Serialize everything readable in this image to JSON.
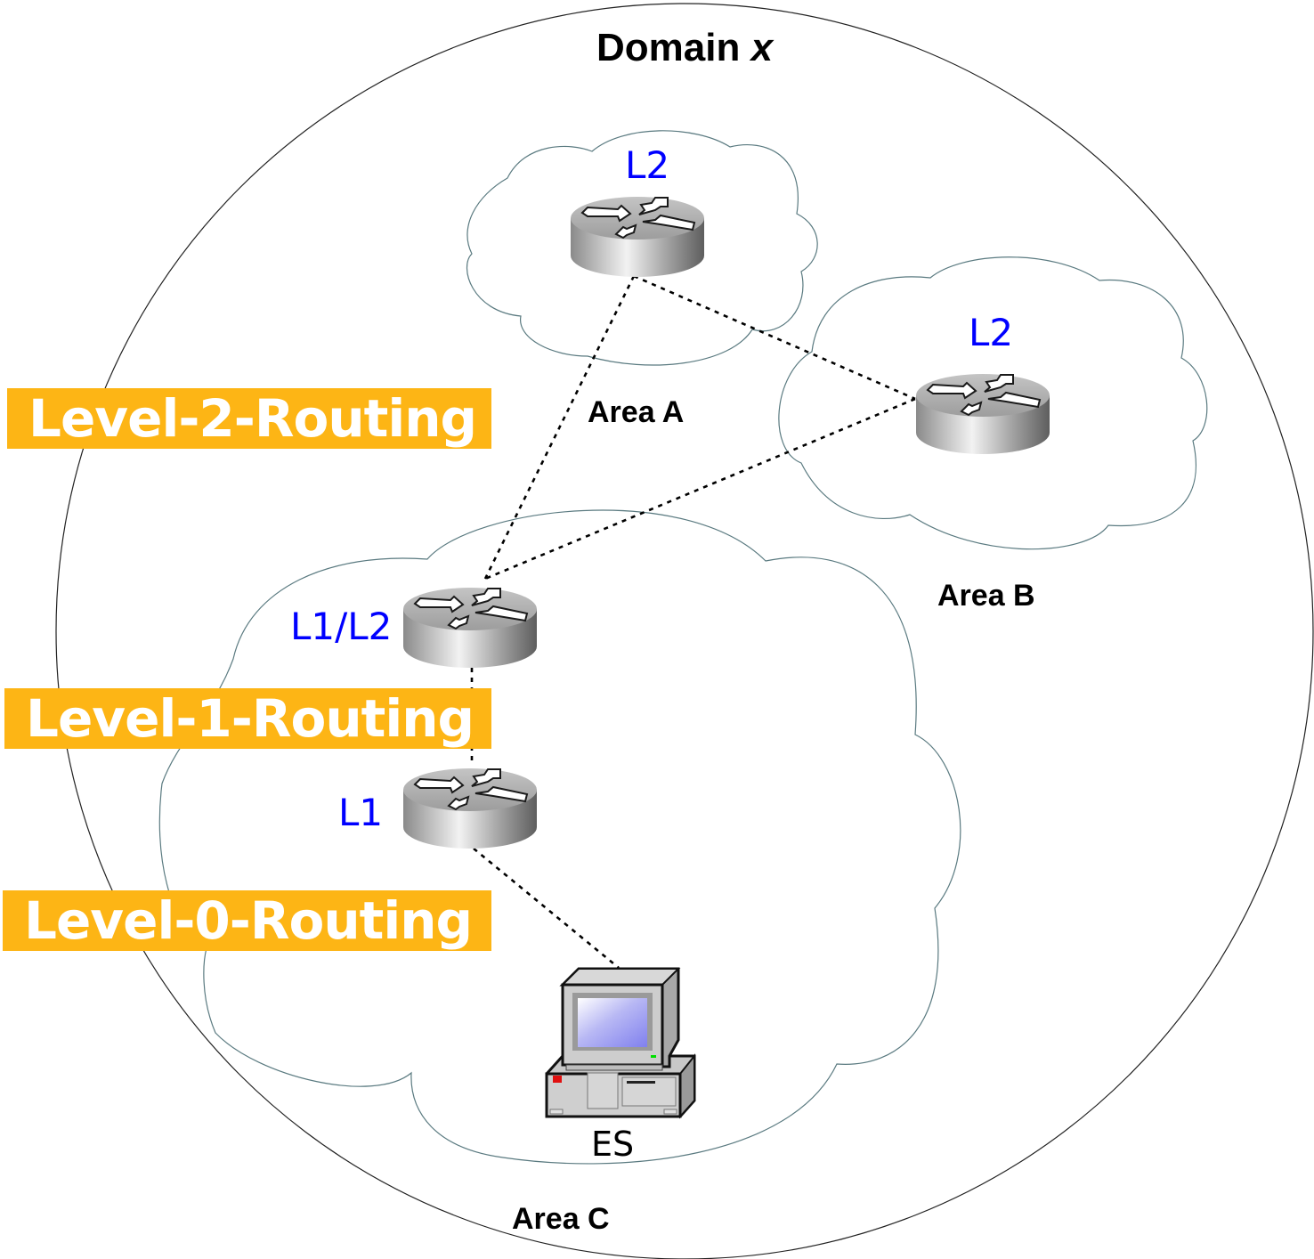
{
  "diagram": {
    "title": "Domain x",
    "title_prefix": "Domain ",
    "title_var": "x",
    "colors": {
      "level_label_bg": "#fdb515",
      "level_label_text": "#ffffff",
      "router_label": "#0000ff",
      "area_label": "#000000",
      "cloud_outline": "#5a7a80",
      "link": "#000000"
    },
    "areas": [
      {
        "id": "area-a",
        "label": "Area A"
      },
      {
        "id": "area-b",
        "label": "Area B"
      },
      {
        "id": "area-c",
        "label": "Area C"
      }
    ],
    "nodes": [
      {
        "id": "r-a",
        "type": "router",
        "label": "L2",
        "area": "Area A"
      },
      {
        "id": "r-b",
        "type": "router",
        "label": "L2",
        "area": "Area B"
      },
      {
        "id": "r-c12",
        "type": "router",
        "label": "L1/L2",
        "area": "Area C"
      },
      {
        "id": "r-c1",
        "type": "router",
        "label": "L1",
        "area": "Area C"
      },
      {
        "id": "es",
        "type": "end-system",
        "label": "ES",
        "area": "Area C"
      }
    ],
    "links": [
      {
        "from": "r-a",
        "to": "r-b",
        "style": "dotted"
      },
      {
        "from": "r-a",
        "to": "r-c12",
        "style": "dotted"
      },
      {
        "from": "r-b",
        "to": "r-c12",
        "style": "dotted"
      },
      {
        "from": "r-c12",
        "to": "r-c1",
        "style": "dotted"
      },
      {
        "from": "r-c1",
        "to": "es",
        "style": "dotted"
      }
    ],
    "levels": [
      {
        "label": "Level-2-Routing"
      },
      {
        "label": "Level-1-Routing"
      },
      {
        "label": "Level-0-Routing"
      }
    ]
  }
}
